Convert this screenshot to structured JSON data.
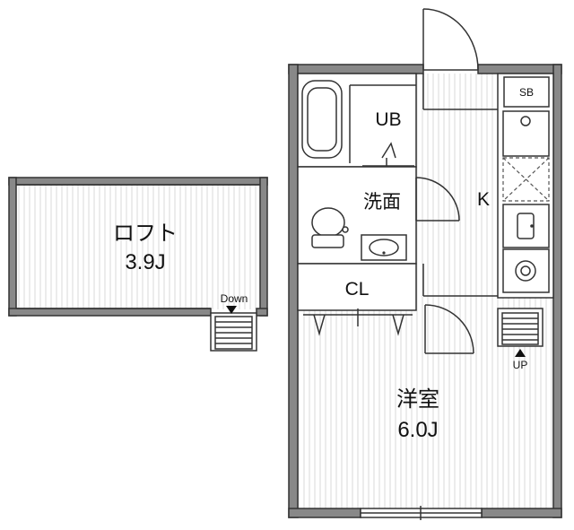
{
  "rooms": {
    "loft": {
      "name": "ロフト",
      "size": "3.9J"
    },
    "western_room": {
      "name": "洋室",
      "size": "6.0J"
    },
    "bath": {
      "name": "UB"
    },
    "washroom": {
      "name": "洗面"
    },
    "closet": {
      "name": "CL"
    },
    "kitchen": {
      "name": "K"
    },
    "shoe_box": {
      "name": "SB"
    }
  },
  "stairs": {
    "down_label": "Down",
    "up_label": "UP"
  },
  "colors": {
    "wall_fill": "#888888",
    "line": "#333333",
    "background": "#ffffff"
  }
}
